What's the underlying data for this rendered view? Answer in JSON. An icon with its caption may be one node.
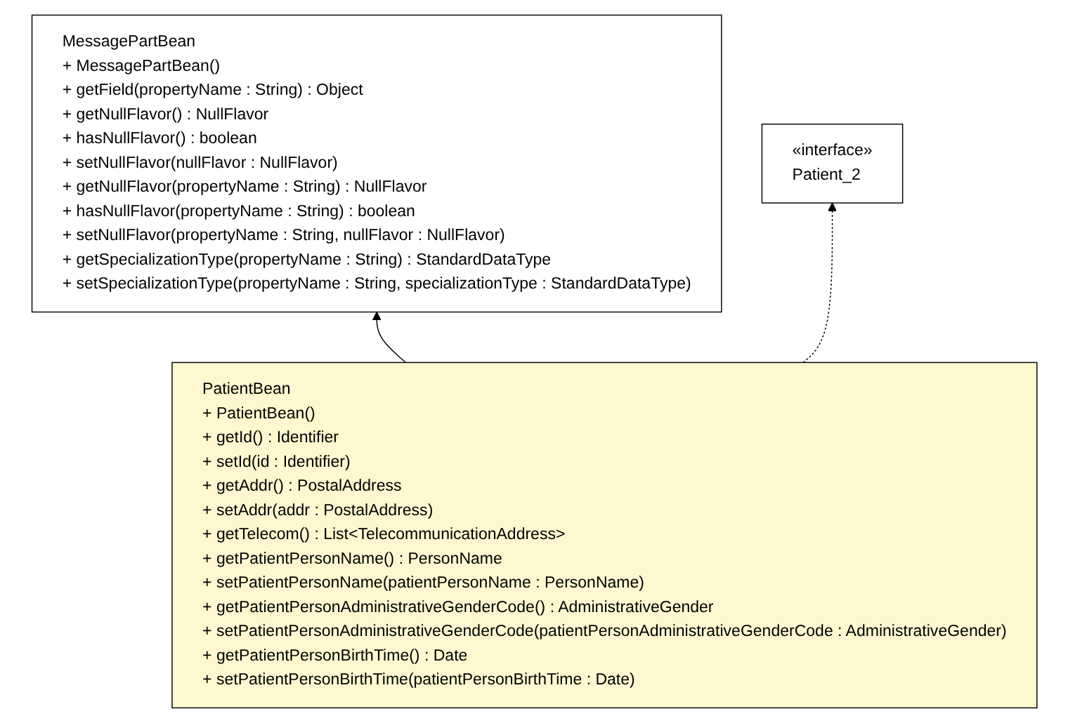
{
  "diagram": {
    "nodes": [
      {
        "text": [
          "MessagePartBean",
          "+ MessagePartBean()",
          "+ getField(propertyName : String) : Object",
          "+ getNullFlavor() : NullFlavor",
          "+ hasNullFlavor() : boolean",
          "+ setNullFlavor(nullFlavor : NullFlavor)",
          "+ getNullFlavor(propertyName : String) : NullFlavor",
          "+ hasNullFlavor(propertyName : String) : boolean",
          "+ setNullFlavor(propertyName : String, nullFlavor : NullFlavor)",
          "+ getSpecializationType(propertyName : String) : StandardDataType",
          "+ setSpecializationType(propertyName : String, specializationType : StandardDataType)"
        ]
      },
      {
        "text": [
          "«interface»",
          "Patient_2"
        ]
      },
      {
        "text": [
          "PatientBean",
          "+ PatientBean()",
          "+ getId() : Identifier",
          "+ setId(id : Identifier)",
          "+ getAddr() : PostalAddress",
          "+ setAddr(addr : PostalAddress)",
          "+ getTelecom() : List<TelecommunicationAddress>",
          "+ getPatientPersonName() : PersonName",
          "+ setPatientPersonName(patientPersonName : PersonName)",
          "+ getPatientPersonAdministrativeGenderCode() : AdministrativeGender",
          "+ setPatientPersonAdministrativeGenderCode(patientPersonAdministrativeGenderCode : AdministrativeGender)",
          "+ getPatientPersonBirthTime() : Date",
          "+ setPatientPersonBirthTime(patientPersonBirthTime : Date)"
        ]
      }
    ],
    "edges": [
      {
        "from": 2,
        "to": 0,
        "arrow": "to"
      },
      {
        "from": 2,
        "to": 1,
        "arrow": "to",
        "style": "dashed"
      }
    ]
  }
}
